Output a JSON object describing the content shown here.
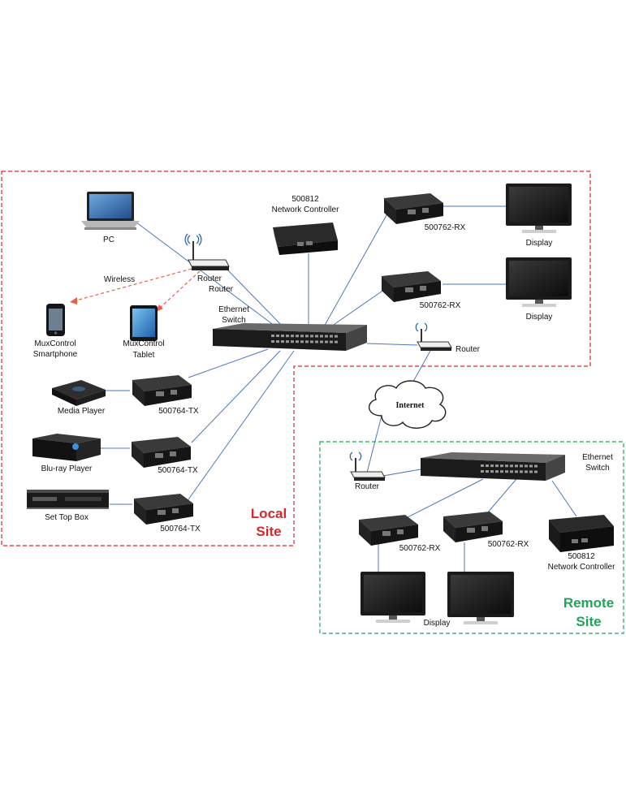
{
  "colors": {
    "local_site": "#d9262b",
    "remote_site": "#22a35a",
    "link": "#4a79b8",
    "wireless": "#e8604a"
  },
  "local": {
    "site_label_1": "Local",
    "site_label_2": "Site",
    "pc": "PC",
    "controller_id": "500812",
    "controller_name": "Network Controller",
    "rx1": "500762-RX",
    "rx2": "500762-RX",
    "display1": "Display",
    "display2": "Display",
    "wireless": "Wireless",
    "wifi_router_1": "Router",
    "wifi_router_2": "Router",
    "switch_1": "Ethernet",
    "switch_2": "Switch",
    "router": "Router",
    "smartphone_1": "MuxControl",
    "smartphone_2": "Smartphone",
    "tablet_1": "MuxControl",
    "tablet_2": "Tablet",
    "media_player": "Media Player",
    "tx1": "500764-TX",
    "bluray": "Blu-ray Player",
    "tx2": "500764-TX",
    "settop": "Set Top Box",
    "tx3": "500764-TX"
  },
  "internet": "Internet",
  "remote": {
    "site_label_1": "Remote",
    "site_label_2": "Site",
    "router": "Router",
    "switch_1": "Ethernet",
    "switch_2": "Switch",
    "rx1": "500762-RX",
    "rx2": "500762-RX",
    "controller_id": "500812",
    "controller_name": "Network Controller",
    "display": "Display"
  }
}
